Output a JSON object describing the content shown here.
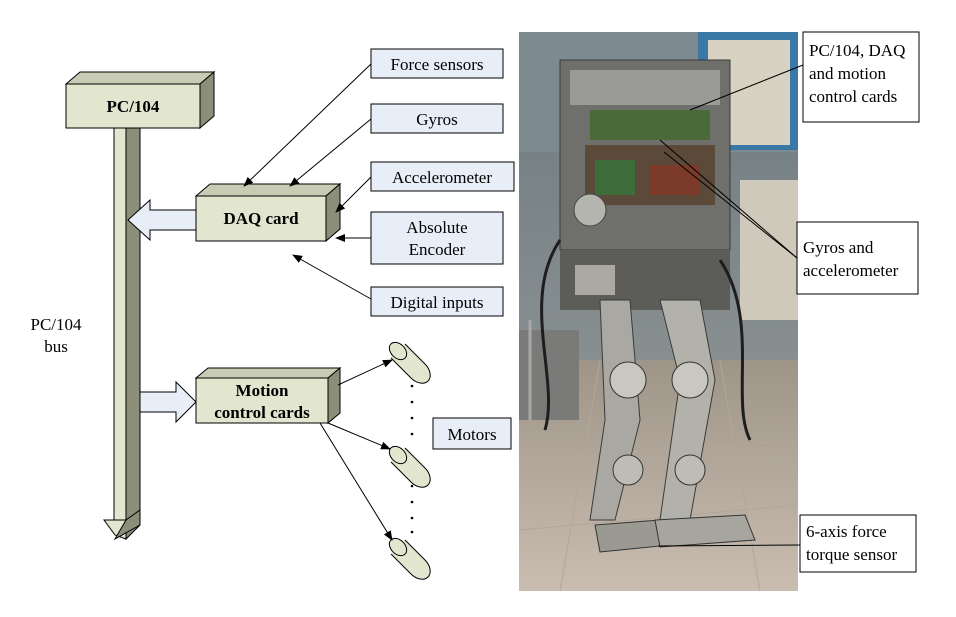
{
  "diagram": {
    "pc104": "PC/104",
    "bus_label_line1": "PC/104",
    "bus_label_line2": "bus",
    "daq_card": "DAQ card",
    "motion_line1": "Motion",
    "motion_line2": "control cards",
    "motors": "Motors",
    "sensors": {
      "force": "Force sensors",
      "gyros": "Gyros",
      "accelerometer": "Accelerometer",
      "absolute_line1": "Absolute",
      "absolute_line2": "Encoder",
      "digital": "Digital inputs"
    }
  },
  "photo": {
    "callout_pc104_line1": "PC/104, DAQ",
    "callout_pc104_line2": "and motion",
    "callout_pc104_line3": "control cards",
    "callout_gyros_line1": "Gyros and",
    "callout_gyros_line2": "accelerometer",
    "callout_force_line1": "6-axis force",
    "callout_force_line2": "torque sensor"
  },
  "colors": {
    "block_face": "#e2e6cf",
    "block_side": "#8b8f79",
    "block_top": "#c8ccb4",
    "sensor_box": "#e8eef7",
    "arrow_fill": "#e8eef7",
    "motor_fill": "#e2e6cf"
  }
}
